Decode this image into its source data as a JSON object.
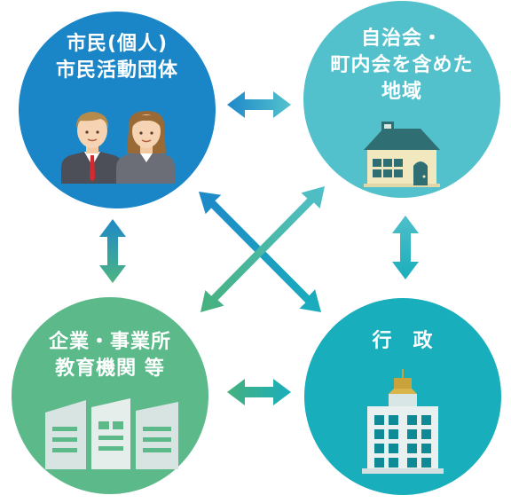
{
  "colors": {
    "top_left": "#1a86c8",
    "top_right": "#53c1cc",
    "bottom_left": "#5cb98a",
    "bottom_right": "#18aebc",
    "arrow_blue": "#1e88c9",
    "arrow_teal": "#3dbab8",
    "arrow_green": "#46b17e"
  },
  "nodes": {
    "citizens": {
      "line1": "市民(個人)",
      "line2": "市民活動団体",
      "icon": "two-people-icon"
    },
    "community": {
      "line1": "自治会・",
      "line2": "町内会を含めた",
      "line3": "地域",
      "icon": "house-icon"
    },
    "business": {
      "line1": "企業・事業所",
      "line2": "教育機関 等",
      "icon": "office-buildings-icon"
    },
    "government": {
      "line1": "行　政",
      "icon": "government-building-icon"
    }
  }
}
